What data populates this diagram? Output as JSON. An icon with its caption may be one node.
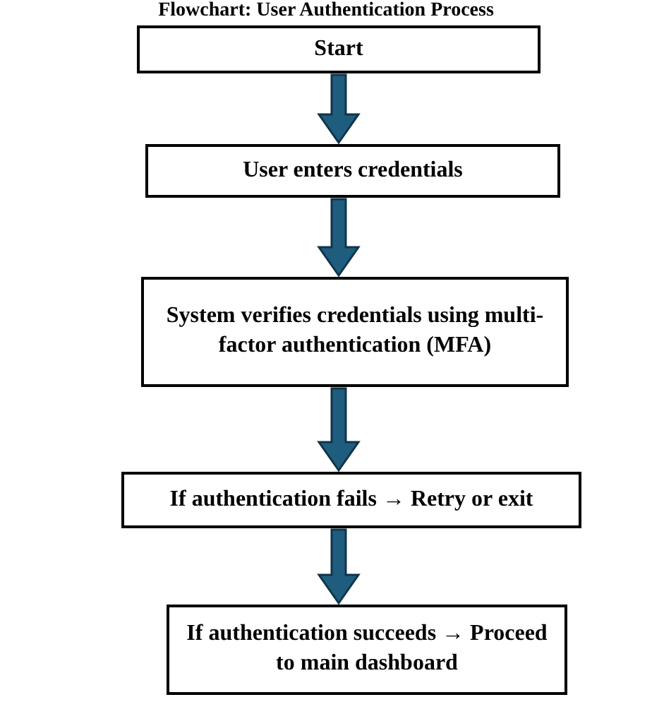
{
  "diagram": {
    "title": "Flowchart: User Authentication Process",
    "nodes": [
      {
        "text": [
          "Start"
        ]
      },
      {
        "text": [
          "User enters credentials"
        ]
      },
      {
        "text": [
          "System verifies credentials using multi-factor authentication (MFA)"
        ]
      },
      {
        "text": [
          "If authentication fails → Retry or exit"
        ]
      },
      {
        "text": [
          "If authentication succeeds → Proceed to main dashboard"
        ]
      }
    ],
    "edges": [
      {
        "from": 0,
        "to": 1,
        "arrow": "to"
      },
      {
        "from": 1,
        "to": 2,
        "arrow": "to"
      },
      {
        "from": 2,
        "to": 3,
        "arrow": "to"
      },
      {
        "from": 3,
        "to": 4,
        "arrow": "to"
      }
    ]
  }
}
